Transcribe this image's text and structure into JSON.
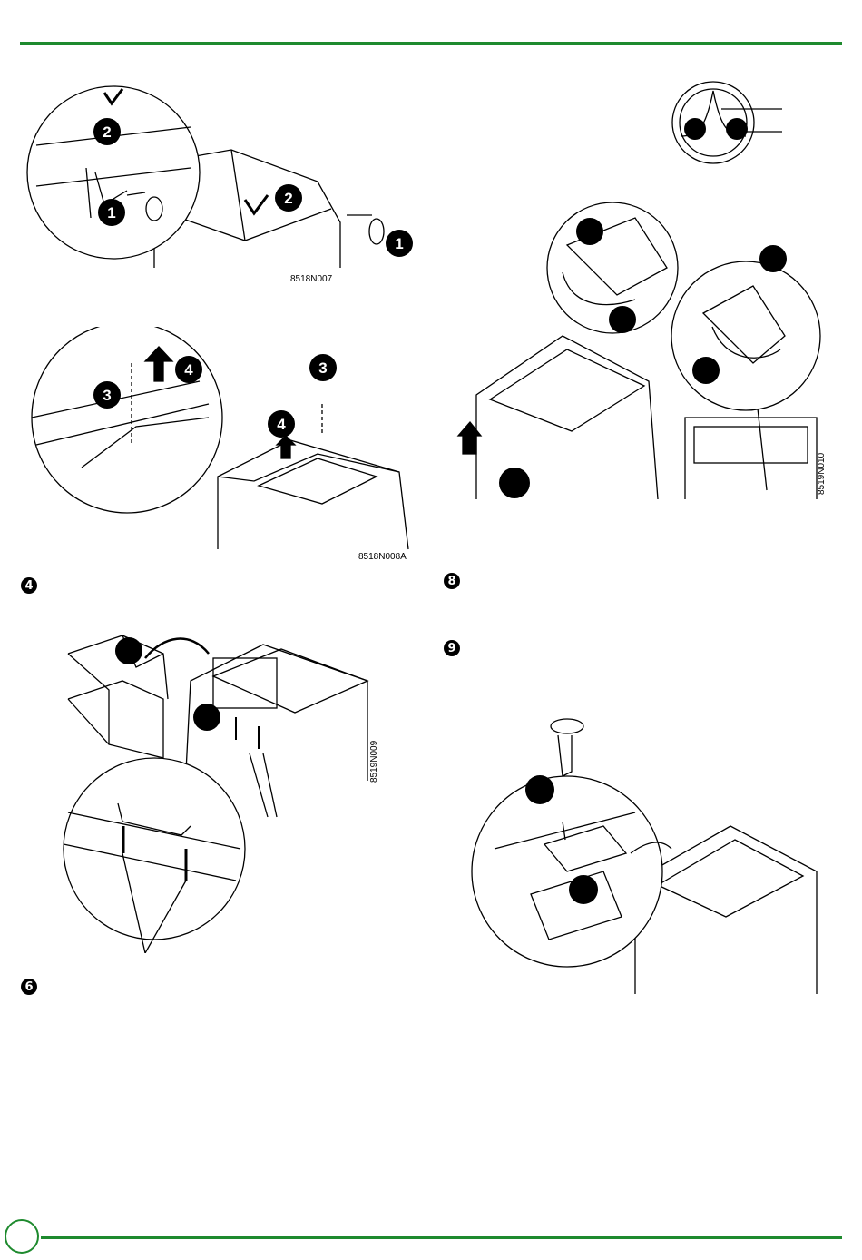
{
  "figures": {
    "fig1": {
      "code": "8518N007",
      "callouts": [
        "1",
        "2",
        "2",
        "1"
      ]
    },
    "fig2": {
      "code": "8518N008A",
      "callouts": [
        "3",
        "4",
        "3",
        "4"
      ]
    },
    "fig3": {
      "code": "8519N009",
      "callouts": []
    },
    "fig4": {
      "code": "8519N010",
      "callouts": []
    },
    "fig5": {
      "code": "",
      "callouts": []
    }
  },
  "steps": {
    "step4": "4",
    "step6": "6",
    "step8": "8",
    "step9": "9"
  },
  "colors": {
    "rule": "#1e8a2e",
    "ink": "#000000"
  }
}
